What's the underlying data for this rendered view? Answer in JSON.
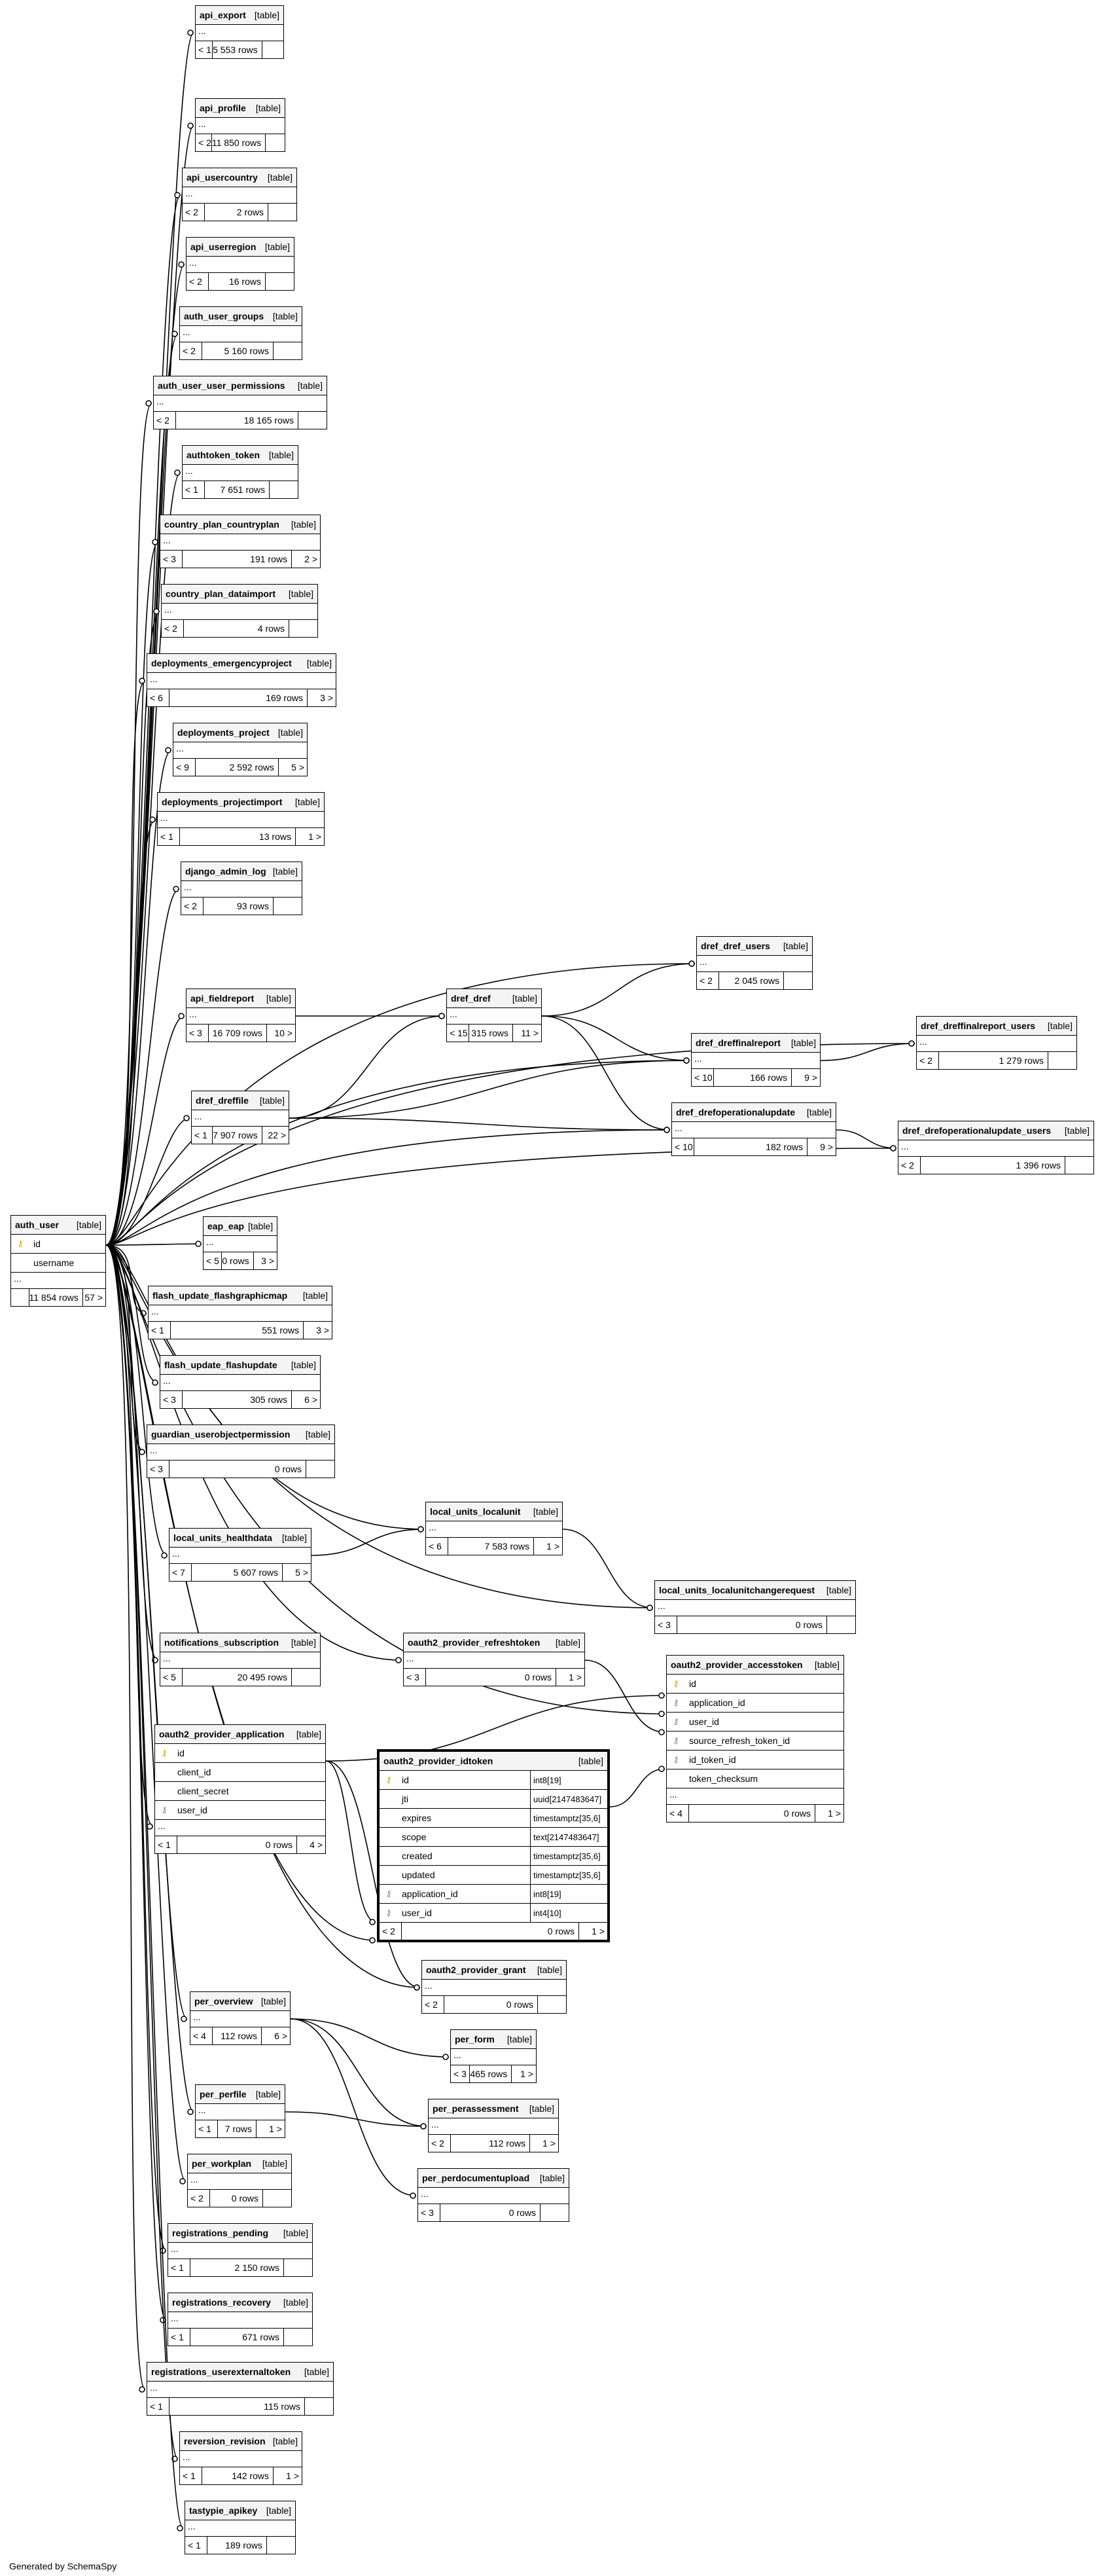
{
  "footer": "Generated by SchemaSpy",
  "tables": {
    "api_export": {
      "name": "api_export",
      "type": "[table]",
      "parents": "< 1",
      "rows": "5 553 rows",
      "children": ""
    },
    "api_profile": {
      "name": "api_profile",
      "type": "[table]",
      "parents": "< 2",
      "rows": "11 850 rows",
      "children": ""
    },
    "api_usercountry": {
      "name": "api_usercountry",
      "type": "[table]",
      "parents": "< 2",
      "rows": "2 rows",
      "children": ""
    },
    "api_userregion": {
      "name": "api_userregion",
      "type": "[table]",
      "parents": "< 2",
      "rows": "16 rows",
      "children": ""
    },
    "auth_user_groups": {
      "name": "auth_user_groups",
      "type": "[table]",
      "parents": "< 2",
      "rows": "5 160 rows",
      "children": ""
    },
    "auth_user_user_permissions": {
      "name": "auth_user_user_permissions",
      "type": "[table]",
      "parents": "< 2",
      "rows": "18 165 rows",
      "children": ""
    },
    "authtoken_token": {
      "name": "authtoken_token",
      "type": "[table]",
      "parents": "< 1",
      "rows": "7 651 rows",
      "children": ""
    },
    "country_plan_countryplan": {
      "name": "country_plan_countryplan",
      "type": "[table]",
      "parents": "< 3",
      "rows": "191 rows",
      "children": "2 >"
    },
    "country_plan_dataimport": {
      "name": "country_plan_dataimport",
      "type": "[table]",
      "parents": "< 2",
      "rows": "4 rows",
      "children": ""
    },
    "deployments_emergencyproject": {
      "name": "deployments_emergencyproject",
      "type": "[table]",
      "parents": "< 6",
      "rows": "169 rows",
      "children": "3 >"
    },
    "deployments_project": {
      "name": "deployments_project",
      "type": "[table]",
      "parents": "< 9",
      "rows": "2 592 rows",
      "children": "5 >"
    },
    "deployments_projectimport": {
      "name": "deployments_projectimport",
      "type": "[table]",
      "parents": "< 1",
      "rows": "13 rows",
      "children": "1 >"
    },
    "django_admin_log": {
      "name": "django_admin_log",
      "type": "[table]",
      "parents": "< 2",
      "rows": "93 rows",
      "children": ""
    },
    "dref_dref_users": {
      "name": "dref_dref_users",
      "type": "[table]",
      "parents": "< 2",
      "rows": "2 045 rows",
      "children": ""
    },
    "api_fieldreport": {
      "name": "api_fieldreport",
      "type": "[table]",
      "parents": "< 3",
      "rows": "16 709 rows",
      "children": "10 >"
    },
    "dref_dref": {
      "name": "dref_dref",
      "type": "[table]",
      "parents": "< 15",
      "rows": "315 rows",
      "children": "11 >"
    },
    "dref_dreffinalreport": {
      "name": "dref_dreffinalreport",
      "type": "[table]",
      "parents": "< 10",
      "rows": "166 rows",
      "children": "9 >"
    },
    "dref_dreffinalreport_users": {
      "name": "dref_dreffinalreport_users",
      "type": "[table]",
      "parents": "< 2",
      "rows": "1 279 rows",
      "children": ""
    },
    "dref_dreffile": {
      "name": "dref_dreffile",
      "type": "[table]",
      "parents": "< 1",
      "rows": "7 907 rows",
      "children": "22 >"
    },
    "dref_drefoperationalupdate": {
      "name": "dref_drefoperationalupdate",
      "type": "[table]",
      "parents": "< 10",
      "rows": "182 rows",
      "children": "9 >"
    },
    "dref_drefoperationalupdate_users": {
      "name": "dref_drefoperationalupdate_users",
      "type": "[table]",
      "parents": "< 2",
      "rows": "1 396 rows",
      "children": ""
    },
    "auth_user": {
      "name": "auth_user",
      "type": "[table]",
      "parents": "",
      "rows": "11 854 rows",
      "children": "57 >",
      "columns": [
        "id",
        "username"
      ]
    },
    "eap_eap": {
      "name": "eap_eap",
      "type": "[table]",
      "parents": "< 5",
      "rows": "0 rows",
      "children": "3 >"
    },
    "flash_update_flashgraphicmap": {
      "name": "flash_update_flashgraphicmap",
      "type": "[table]",
      "parents": "< 1",
      "rows": "551 rows",
      "children": "3 >"
    },
    "flash_update_flashupdate": {
      "name": "flash_update_flashupdate",
      "type": "[table]",
      "parents": "< 3",
      "rows": "305 rows",
      "children": "6 >"
    },
    "guardian_userobjectpermission": {
      "name": "guardian_userobjectpermission",
      "type": "[table]",
      "parents": "< 3",
      "rows": "0 rows",
      "children": ""
    },
    "local_units_localunit": {
      "name": "local_units_localunit",
      "type": "[table]",
      "parents": "< 6",
      "rows": "7 583 rows",
      "children": "1 >"
    },
    "local_units_healthdata": {
      "name": "local_units_healthdata",
      "type": "[table]",
      "parents": "< 7",
      "rows": "5 607 rows",
      "children": "5 >"
    },
    "local_units_localunitchangerequest": {
      "name": "local_units_localunitchangerequest",
      "type": "[table]",
      "parents": "< 3",
      "rows": "0 rows",
      "children": ""
    },
    "notifications_subscription": {
      "name": "notifications_subscription",
      "type": "[table]",
      "parents": "< 5",
      "rows": "20 495 rows",
      "children": ""
    },
    "oauth2_provider_refreshtoken": {
      "name": "oauth2_provider_refreshtoken",
      "type": "[table]",
      "parents": "< 3",
      "rows": "0 rows",
      "children": "1 >"
    },
    "oauth2_provider_accesstoken": {
      "name": "oauth2_provider_accesstoken",
      "type": "[table]",
      "parents": "< 4",
      "rows": "0 rows",
      "children": "1 >",
      "columns": [
        "id",
        "application_id",
        "user_id",
        "source_refresh_token_id",
        "id_token_id",
        "token_checksum"
      ]
    },
    "oauth2_provider_application": {
      "name": "oauth2_provider_application",
      "type": "[table]",
      "parents": "< 1",
      "rows": "0 rows",
      "children": "4 >",
      "columns": [
        "id",
        "client_id",
        "client_secret",
        "user_id"
      ]
    },
    "oauth2_provider_idtoken": {
      "name": "oauth2_provider_idtoken",
      "type": "[table]",
      "parents": "< 2",
      "rows": "0 rows",
      "children": "1 >",
      "columns": [
        {
          "name": "id",
          "type": "int8[19]"
        },
        {
          "name": "jti",
          "type": "uuid[2147483647]"
        },
        {
          "name": "expires",
          "type": "timestamptz[35,6]"
        },
        {
          "name": "scope",
          "type": "text[2147483647]"
        },
        {
          "name": "created",
          "type": "timestamptz[35,6]"
        },
        {
          "name": "updated",
          "type": "timestamptz[35,6]"
        },
        {
          "name": "application_id",
          "type": "int8[19]"
        },
        {
          "name": "user_id",
          "type": "int4[10]"
        }
      ]
    },
    "oauth2_provider_grant": {
      "name": "oauth2_provider_grant",
      "type": "[table]",
      "parents": "< 2",
      "rows": "0 rows",
      "children": ""
    },
    "per_overview": {
      "name": "per_overview",
      "type": "[table]",
      "parents": "< 4",
      "rows": "112 rows",
      "children": "6 >"
    },
    "per_form": {
      "name": "per_form",
      "type": "[table]",
      "parents": "< 3",
      "rows": "465 rows",
      "children": "1 >"
    },
    "per_perassessment": {
      "name": "per_perassessment",
      "type": "[table]",
      "parents": "< 2",
      "rows": "112 rows",
      "children": "1 >"
    },
    "per_perfile": {
      "name": "per_perfile",
      "type": "[table]",
      "parents": "< 1",
      "rows": "7 rows",
      "children": "1 >"
    },
    "per_perdocumentupload": {
      "name": "per_perdocumentupload",
      "type": "[table]",
      "parents": "< 3",
      "rows": "0 rows",
      "children": ""
    },
    "per_workplan": {
      "name": "per_workplan",
      "type": "[table]",
      "parents": "< 2",
      "rows": "0 rows",
      "children": ""
    },
    "registrations_pending": {
      "name": "registrations_pending",
      "type": "[table]",
      "parents": "< 1",
      "rows": "2 150 rows",
      "children": ""
    },
    "registrations_recovery": {
      "name": "registrations_recovery",
      "type": "[table]",
      "parents": "< 1",
      "rows": "671 rows",
      "children": ""
    },
    "registrations_userexternaltoken": {
      "name": "registrations_userexternaltoken",
      "type": "[table]",
      "parents": "< 1",
      "rows": "115 rows",
      "children": ""
    },
    "reversion_revision": {
      "name": "reversion_revision",
      "type": "[table]",
      "parents": "< 1",
      "rows": "142 rows",
      "children": "1 >"
    },
    "tastypie_apikey": {
      "name": "tastypie_apikey",
      "type": "[table]",
      "parents": "< 1",
      "rows": "189 rows",
      "children": ""
    }
  }
}
